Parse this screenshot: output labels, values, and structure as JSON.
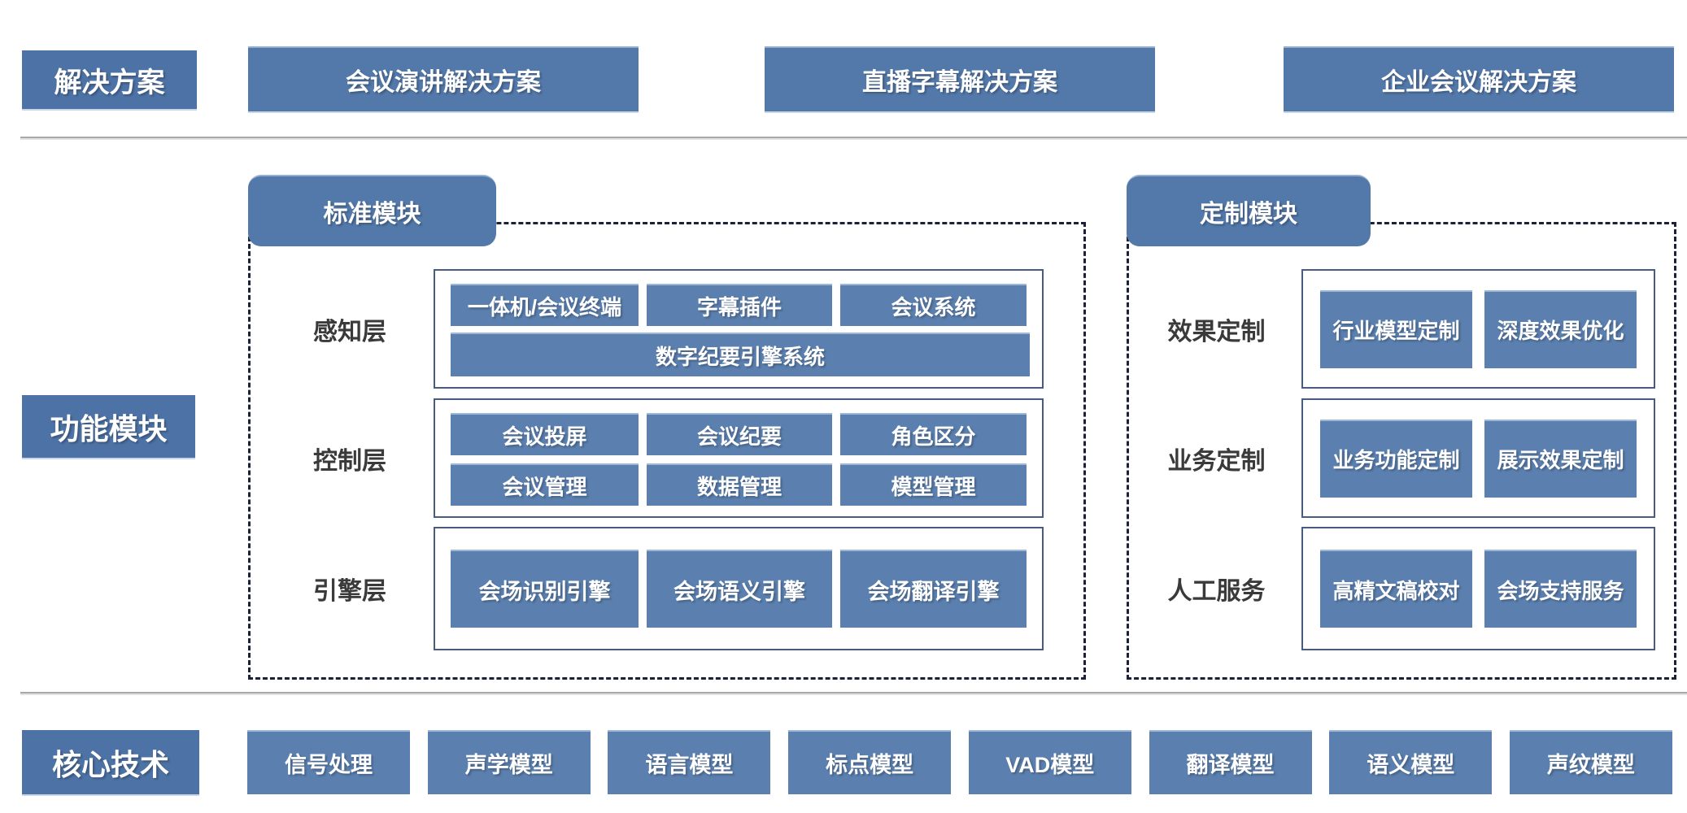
{
  "colors": {
    "accent": "#5379aa",
    "accent_dark": "#4d73a6",
    "feature_box": "#5b80af",
    "panel_border": "#4a5b80",
    "dashed_border": "#1b2138",
    "divider": "#a8a8a8",
    "row_label_text": "#3a3a3a"
  },
  "solutions": {
    "label": "解决方案",
    "items": [
      "会议演讲解决方案",
      "直播字幕解决方案",
      "企业会议解决方案"
    ]
  },
  "modules": {
    "label": "功能模块",
    "standard": {
      "title": "标准模块",
      "rows": [
        {
          "label": "感知层",
          "items": [
            "一体机/会议终端",
            "字幕插件",
            "会议系统"
          ],
          "wide": "数字纪要引擎系统"
        },
        {
          "label": "控制层",
          "items": [
            "会议投屏",
            "会议纪要",
            "角色区分",
            "会议管理",
            "数据管理",
            "模型管理"
          ]
        },
        {
          "label": "引擎层",
          "items": [
            "会场识别引擎",
            "会场语义引擎",
            "会场翻译引擎"
          ]
        }
      ]
    },
    "custom": {
      "title": "定制模块",
      "rows": [
        {
          "label": "效果定制",
          "items": [
            "行业模型定制",
            "深度效果优化"
          ]
        },
        {
          "label": "业务定制",
          "items": [
            "业务功能定制",
            "展示效果定制"
          ]
        },
        {
          "label": "人工服务",
          "items": [
            "高精文稿校对",
            "会场支持服务"
          ]
        }
      ]
    }
  },
  "technologies": {
    "label": "核心技术",
    "items": [
      "信号处理",
      "声学模型",
      "语言模型",
      "标点模型",
      "VAD模型",
      "翻译模型",
      "语义模型",
      "声纹模型"
    ]
  }
}
